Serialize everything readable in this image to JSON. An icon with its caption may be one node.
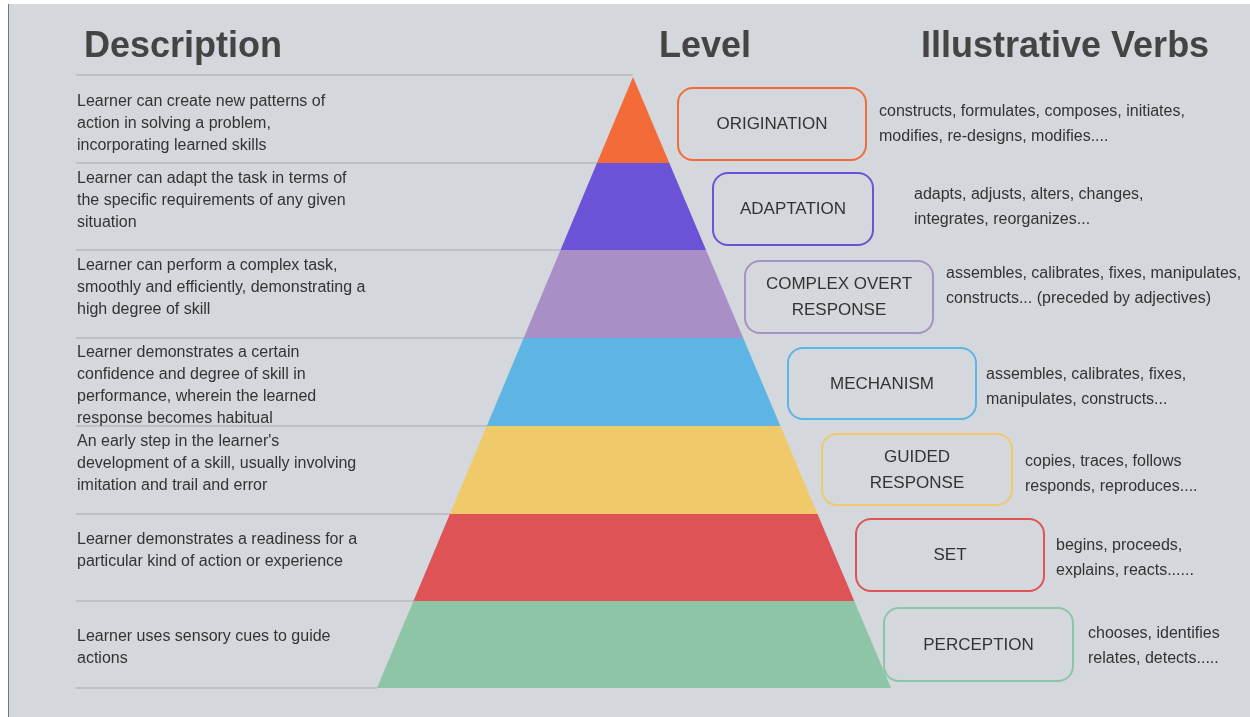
{
  "diagram": {
    "nodes": [
      {
        "text": [
          "ORIGINATION"
        ],
        "beside": [
          "constructs, formulates, composes, initiates, modifies, re-designs, modifies...."
        ]
      },
      {
        "text": [
          "ADAPTATION"
        ],
        "beside": [
          "adapts, adjusts, alters, changes, integrates, reorganizes..."
        ]
      },
      {
        "text": [
          "COMPLEX OVERT RESPONSE"
        ],
        "beside": [
          "assembles, calibrates, fixes, manipulates, constructs... (preceded by adjectives)"
        ]
      },
      {
        "text": [
          "MECHANISM"
        ],
        "beside": [
          "assembles, calibrates, fixes, manipulates, constructs..."
        ]
      },
      {
        "text": [
          "GUIDED RESPONSE"
        ],
        "beside": [
          "copies, traces, follows responds, reproduces...."
        ]
      },
      {
        "text": [
          "SET"
        ],
        "beside": [
          "begins, proceeds, explains, reacts......"
        ]
      },
      {
        "text": [
          "PERCEPTION"
        ],
        "beside": [
          "chooses, identifies relates, detects....."
        ]
      }
    ],
    "labels": [
      "Description",
      "Level",
      "Illustrative Verbs",
      "Learner can create new patterns of action in solving a problem, incorporating learned skills",
      "Learner can adapt the task in terms of the specific requirements of any given situation",
      "Learner can perform a complex task, smoothly and efficiently, demonstrating a high degree of skill",
      "Learner demonstrates a certain confidence and degree of skill in performance, wherein the learned response becomes habitual",
      "An early step in the learner's development of a skill, usually involving imitation and trail and error",
      "Learner demonstrates a readiness for a particular kind of action or experience",
      "Learner uses sensory cues to guide actions"
    ]
  }
}
